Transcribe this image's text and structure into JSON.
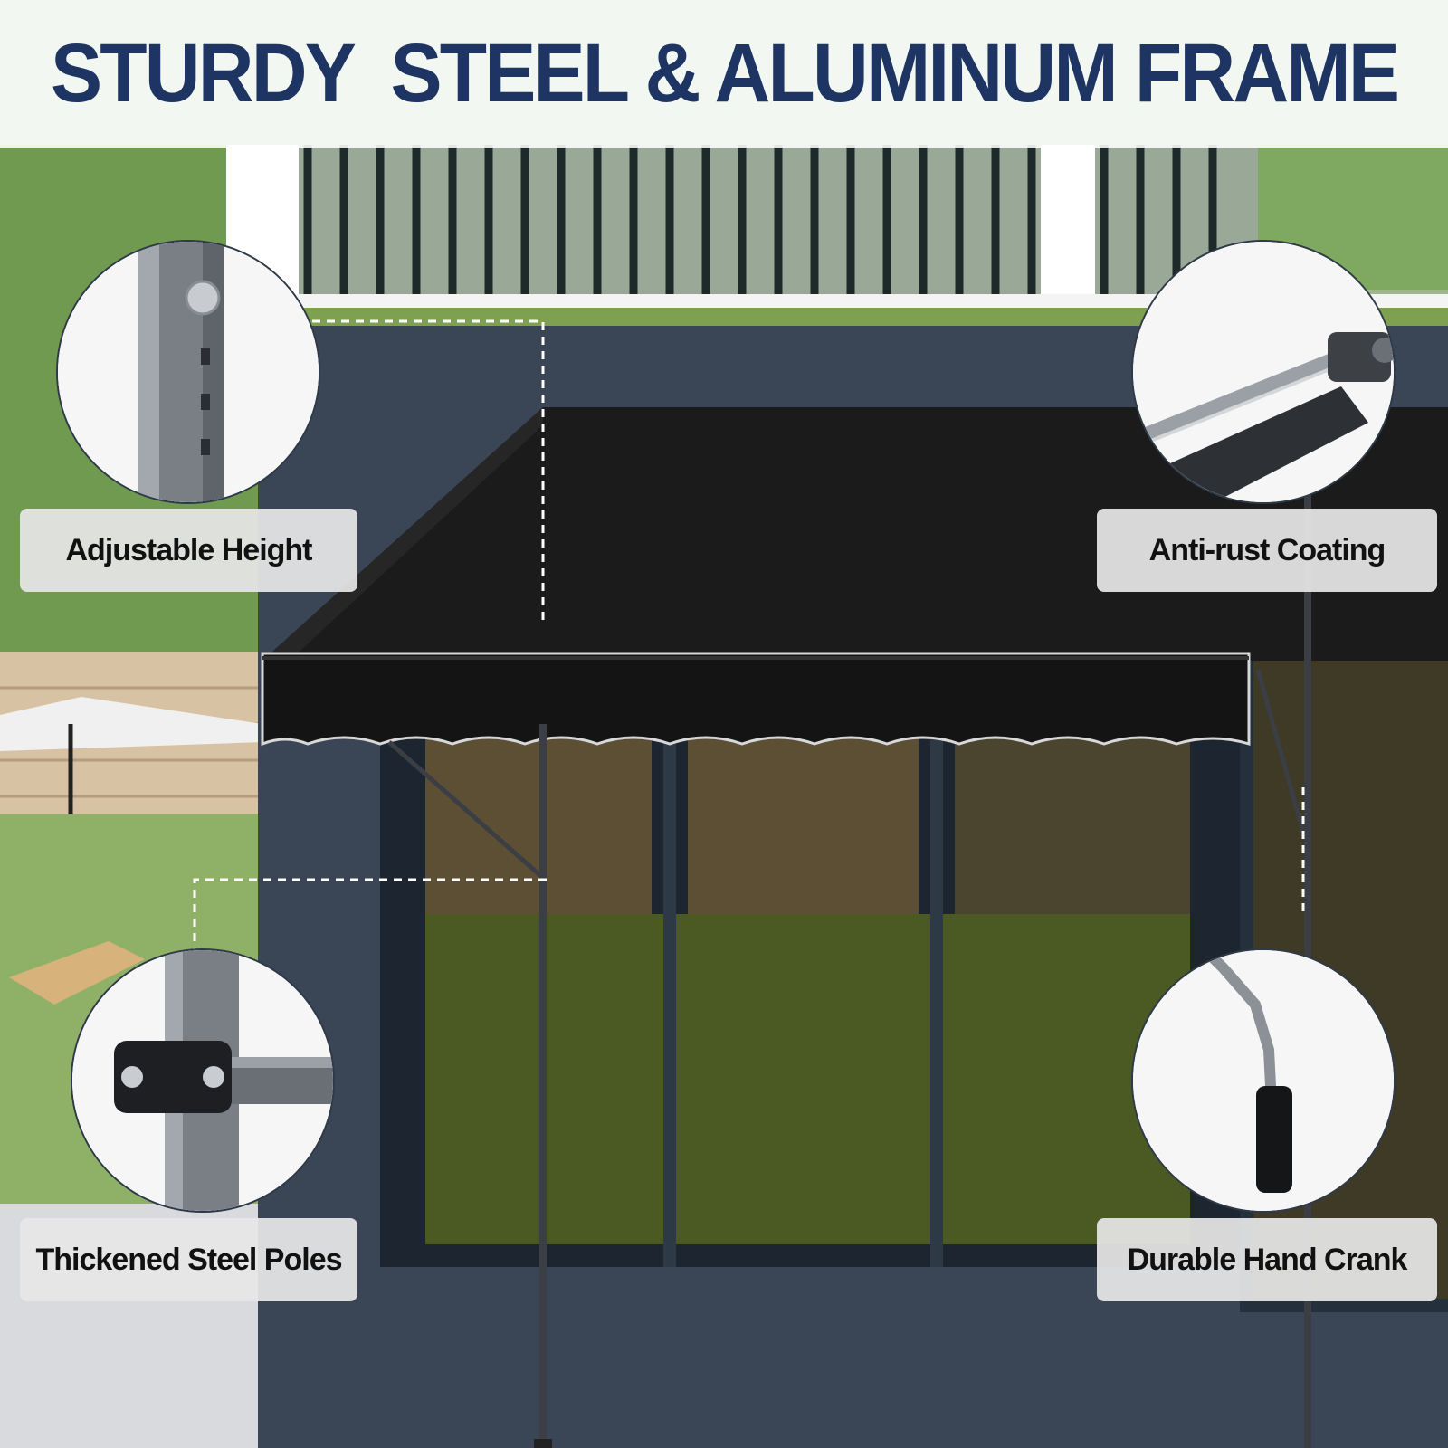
{
  "headline": "STURDY  STEEL & ALUMINUM FRAME",
  "callouts": {
    "adjustable_height": "Adjustable Height",
    "anti_rust": "Anti-rust Coating",
    "thick_poles": "Thickened Steel Poles",
    "hand_crank": "Durable Hand Crank"
  },
  "colors": {
    "headline": "#1e3563",
    "awning": "#1b1b1b",
    "wall": "#3a4656",
    "label_bg": "#e6e6e6"
  },
  "icons": [
    "pole-bolt-icon",
    "rust-joint-icon",
    "pole-clamp-icon",
    "hand-crank-icon"
  ]
}
